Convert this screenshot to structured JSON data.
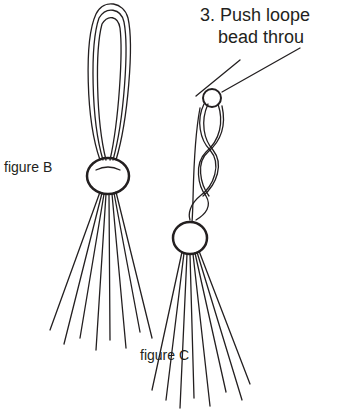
{
  "diagram": {
    "labels": [
      "3. Push loope",
      "bead throu",
      "figure B",
      "figure C"
    ]
  }
}
